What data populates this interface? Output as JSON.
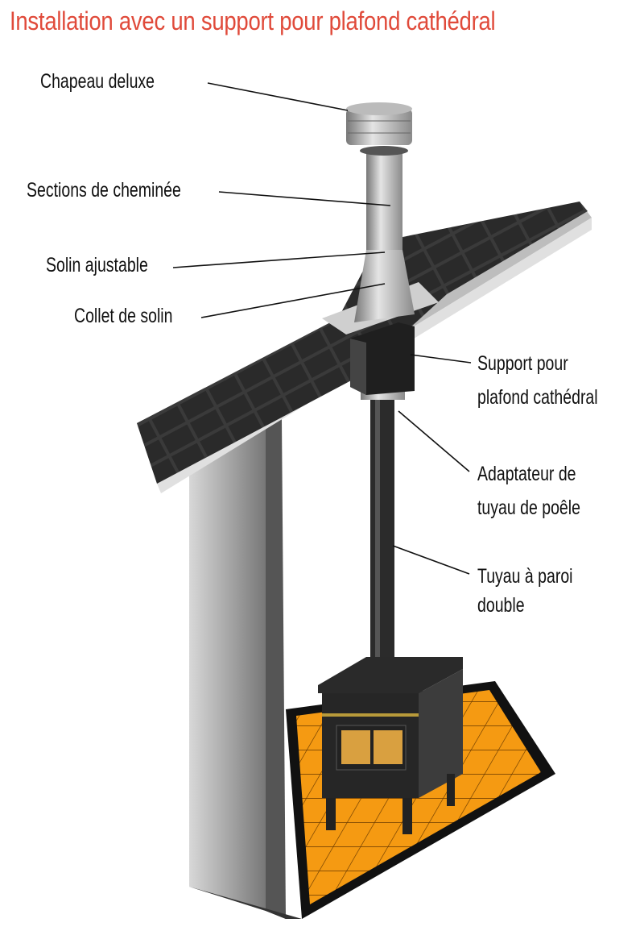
{
  "title": "Installation avec un support pour plafond cathédral",
  "labels": {
    "chapeau": "Chapeau deluxe",
    "sections": "Sections de cheminée",
    "solin": "Solin ajustable",
    "collet": "Collet de solin",
    "support_1": "Support pour",
    "support_2": "plafond cathédral",
    "adaptateur_1": "Adaptateur de",
    "adaptateur_2": "tuyau de poêle",
    "tuyau_1": "Tuyau à paroi",
    "tuyau_2": "double"
  },
  "colors": {
    "title": "#e04a3a",
    "tiles": "#f59a12",
    "shingles": "#2e2e2e"
  }
}
